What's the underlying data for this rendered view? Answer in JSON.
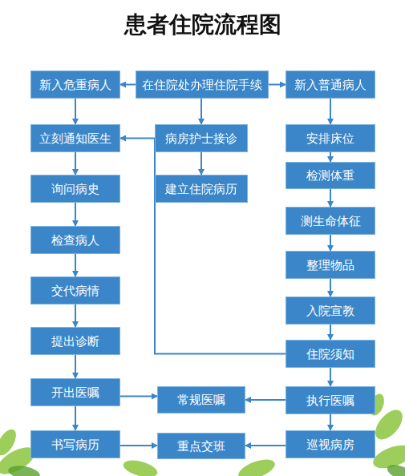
{
  "diagram": {
    "title": "患者住院流程图",
    "nodes": [
      {
        "text": [
          "新入危重病人"
        ]
      },
      {
        "text": [
          "在住院处办理住院手续"
        ]
      },
      {
        "text": [
          "新入普通病人"
        ]
      },
      {
        "text": [
          "立刻通知医生"
        ]
      },
      {
        "text": [
          "病房护士接诊"
        ]
      },
      {
        "text": [
          "安排床位"
        ]
      },
      {
        "text": [
          "询问病史"
        ]
      },
      {
        "text": [
          "建立住院病历"
        ]
      },
      {
        "text": [
          "检测体重"
        ]
      },
      {
        "text": [
          "检查病人"
        ]
      },
      {
        "text": [
          "测生命体征"
        ]
      },
      {
        "text": [
          "整理物品"
        ]
      },
      {
        "text": [
          "交代病情"
        ]
      },
      {
        "text": [
          "入院宣教"
        ]
      },
      {
        "text": [
          "提出诊断"
        ]
      },
      {
        "text": [
          "住院须知"
        ]
      },
      {
        "text": [
          "开出医嘱"
        ]
      },
      {
        "text": [
          "常规医嘱"
        ]
      },
      {
        "text": [
          "执行医嘱"
        ]
      },
      {
        "text": [
          "书写病历"
        ]
      },
      {
        "text": [
          "重点交班"
        ]
      },
      {
        "text": [
          "巡视病房"
        ]
      }
    ],
    "edges": [
      {
        "from": 1,
        "to": 0,
        "arrow": "to"
      },
      {
        "from": 1,
        "to": 2,
        "arrow": "to"
      },
      {
        "from": 1,
        "to": 4,
        "arrow": "to"
      },
      {
        "from": 0,
        "to": 3,
        "arrow": "to"
      },
      {
        "from": 3,
        "to": 6,
        "arrow": "to"
      },
      {
        "from": 6,
        "to": 9,
        "arrow": "to"
      },
      {
        "from": 9,
        "to": 12,
        "arrow": "to"
      },
      {
        "from": 12,
        "to": 14,
        "arrow": "to"
      },
      {
        "from": 14,
        "to": 16,
        "arrow": "to"
      },
      {
        "from": 16,
        "to": 19,
        "arrow": "to"
      },
      {
        "from": 4,
        "to": 7,
        "arrow": "to"
      },
      {
        "from": 2,
        "to": 5,
        "arrow": "to"
      },
      {
        "from": 5,
        "to": 8,
        "arrow": "to"
      },
      {
        "from": 8,
        "to": 10,
        "arrow": "to"
      },
      {
        "from": 10,
        "to": 11,
        "arrow": "to"
      },
      {
        "from": 11,
        "to": 13,
        "arrow": "to"
      },
      {
        "from": 13,
        "to": 15,
        "arrow": "to"
      },
      {
        "from": 15,
        "to": 18,
        "arrow": "to"
      },
      {
        "from": 18,
        "to": 21,
        "arrow": "to"
      },
      {
        "from": 15,
        "to": 3,
        "arrow": "to"
      },
      {
        "from": 16,
        "to": 17,
        "arrow": "to"
      },
      {
        "from": 18,
        "to": 17,
        "arrow": "to"
      },
      {
        "from": 19,
        "to": 20,
        "arrow": "to"
      },
      {
        "from": 21,
        "to": 20,
        "arrow": "to"
      }
    ]
  }
}
